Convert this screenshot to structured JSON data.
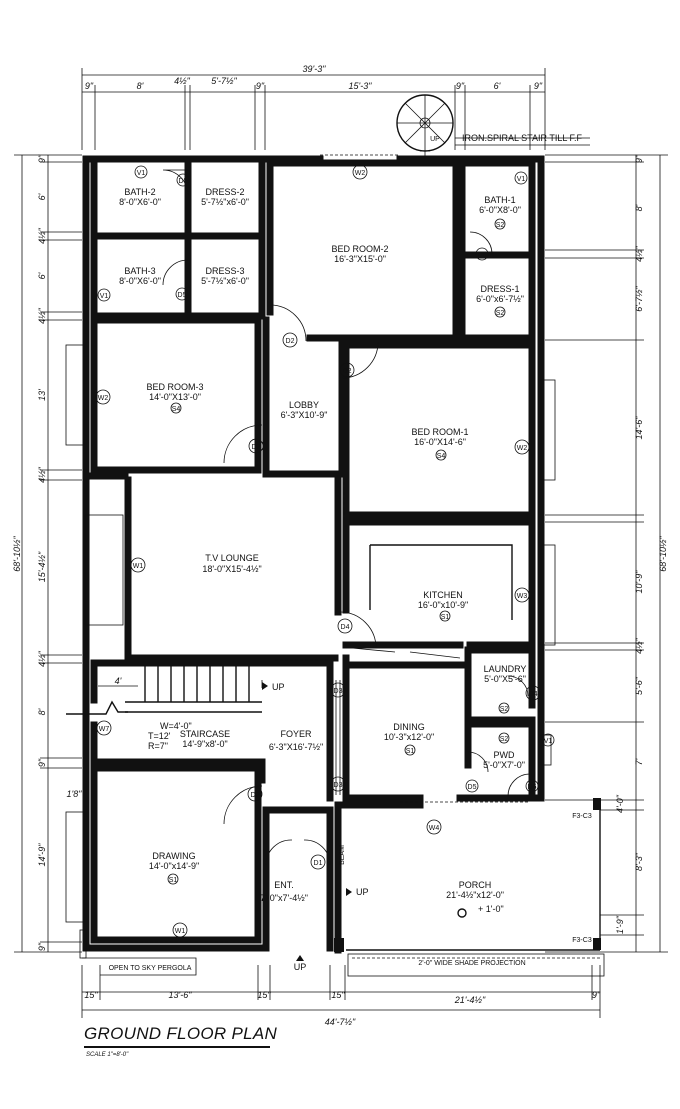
{
  "drawing": {
    "title": "GROUND FLOOR PLAN",
    "scale": "SCALE 1\"=8'-0\""
  },
  "rooms": {
    "bath2": {
      "name": "BATH-2",
      "size": "8'-0\"X6'-0\""
    },
    "dress2": {
      "name": "DRESS-2",
      "size": "5'-7½\"x6'-0\""
    },
    "bedroom2": {
      "name": "BED ROOM-2",
      "size": "16'-3\"X15'-0\""
    },
    "bath1": {
      "name": "BATH-1",
      "size": "6'-0\"X8'-0\""
    },
    "bath3": {
      "name": "BATH-3",
      "size": "8'-0\"X6'-0\""
    },
    "dress3": {
      "name": "DRESS-3",
      "size": "5'-7½\"x6'-0\""
    },
    "dress1": {
      "name": "DRESS-1",
      "size": "6'-0\"x6'-7½\""
    },
    "bedroom3": {
      "name": "BED ROOM-3",
      "size": "14'-0\"X13'-0\""
    },
    "lobby": {
      "name": "LOBBY",
      "size": "6'-3\"X10'-9\""
    },
    "bedroom1": {
      "name": "BED ROOM-1",
      "size": "16'-0\"X14'-6\""
    },
    "tvlounge": {
      "name": "T.V LOUNGE",
      "size": "18'-0\"X15'-4½\""
    },
    "kitchen": {
      "name": "KITCHEN",
      "size": "16'-0\"x10'-9\""
    },
    "laundry": {
      "name": "LAUNDRY",
      "size": "5'-0\"X5'-6\""
    },
    "staircase": {
      "name": "STAIRCASE",
      "size": "14'-9\"x8'-0\""
    },
    "foyer": {
      "name": "FOYER",
      "size": "6'-3\"X16'-7½\""
    },
    "dining": {
      "name": "DINING",
      "size": "10'-3\"x12'-0\""
    },
    "pwd": {
      "name": "PWD",
      "size": "5'-0\"X7'-0\""
    },
    "drawing": {
      "name": "DRAWING",
      "size": "14'-0\"x14'-9\""
    },
    "ent": {
      "name": "ENT.",
      "size": "7'-0\"x7'-4½\""
    },
    "porch": {
      "name": "PORCH",
      "size": "21'-4½\"x12'-0\""
    }
  },
  "notes": {
    "spiral_stair": "IRON.SPIRAL  STAIR TILL F.F",
    "spiral_up": "UP",
    "stair_spec_w": "W=4'-0\"",
    "stair_spec_t": "T=12'",
    "stair_spec_r": "R=7\"",
    "stair_width": "4'",
    "up_stair": "UP",
    "up_porch": "UP",
    "up_entry": "UP",
    "shade": "2'-0\" WIDE SHADE PROJECTION",
    "pergola": "OPEN TO SKY PERGOLA",
    "level": "+ 1'-0\"",
    "beam": "BEAM",
    "porch_col_top": "F3-C3",
    "porch_col_bottom": "F3-C3"
  },
  "tags": {
    "v1": "V1",
    "w1": "W1",
    "w2": "W2",
    "w3": "W3",
    "w4": "W4",
    "w7": "W7",
    "d1": "D1",
    "d2": "D2",
    "d3": "D3",
    "d4": "D4",
    "d5": "D5",
    "s1": "S1",
    "s2": "S2",
    "s4": "S4"
  },
  "dimensions": {
    "top_total": "39'-3\"",
    "top_1": "9\"",
    "top_2": "8'",
    "top_3": "4½\"",
    "top_4": "5'-7½\"",
    "top_5": "9\"",
    "top_6": "15'-3\"",
    "top_7": "9\"",
    "top_8": "6'",
    "top_9": "9\"",
    "left_total": "68'-10½\"",
    "left_1": "9\"",
    "left_2": "6'",
    "left_3": "4½\"",
    "left_4": "6'",
    "left_5": "4½\"",
    "left_6": "13'",
    "left_7": "4½\"",
    "left_8": "15'-4½\"",
    "left_9": "4½\"",
    "left_10": "8'",
    "left_11": "9\"",
    "left_12": "14'-9\"",
    "left_13": "9\"",
    "right_total": "68'-10½\"",
    "right_1": "9\"",
    "right_2": "8'",
    "right_3": "4½\"",
    "right_4": "6'-7½\"",
    "right_5": "14'-6\"",
    "right_6": "10'-9\"",
    "right_7": "4½\"",
    "right_8": "5'-6\"",
    "right_9": "7'",
    "right_10": "4'-0\"",
    "right_11": "8'-3\"",
    "right_12": "1'-9\"",
    "bottom_1": "15\"",
    "bottom_2": "13'-6\"",
    "bottom_3": "15\"",
    "bottom_4": "15\"",
    "bottom_5": "21'-4½\"",
    "bottom_6": "9\"",
    "bottom_total": "44'-7½\"",
    "left_small": "1'8\""
  }
}
